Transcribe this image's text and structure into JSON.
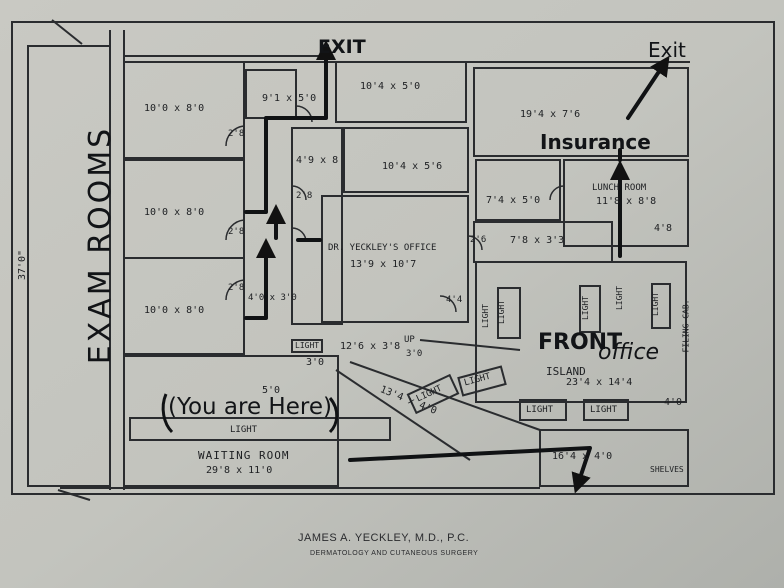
{
  "plan": {
    "exits": [
      "EXIT",
      "Exit"
    ],
    "exam_rooms_label": "EXAM ROOMS",
    "left_dim": "37'0\"",
    "rooms": {
      "exam1": "10'0 x 8'0",
      "exam2": "10'0 x 8'0",
      "exam3": "10'0 x 8'0",
      "corridor_top": "9'1 x 5'0",
      "top_small": "10'4 x 5'0",
      "top_right": "19'4 x 7'6",
      "center_small": "4'9 x 8",
      "center_room": "10'4 x 5'6",
      "right_small": "7'4 x 5'0",
      "lunch_name": "LUNCH ROOM",
      "lunch_dim": "11'8 x 8'8",
      "office_name": "DR. YECKLEY'S OFFICE",
      "office_dim": "13'9 x 10'7",
      "hall_dim": "7'8 x 3'3",
      "hall2": "4'8",
      "side_dim": "4'0 x 3'0",
      "light_dim": "12'6 x 3'8",
      "up": "UP",
      "up_dim": "3'0",
      "diag_dim": "13'4 x 4'0",
      "front_island": "ISLAND",
      "front_dim": "23'4 x 14'4",
      "waiting_name": "WAITING ROOM",
      "waiting_dim": "29'8 x 11'0",
      "hall_5": "5'0",
      "hall_3": "3'0",
      "bottom_dim": "16'4 x 4'0",
      "right_4": "4'0",
      "filing": "FILING CAB.",
      "shelves": "SHELVES",
      "door_labels": [
        "2'8",
        "2'8",
        "2'8",
        "2'8",
        "2'6",
        "4'4"
      ]
    },
    "lights": [
      "LIGHT",
      "LIGHT",
      "LIGHT",
      "LIGHT",
      "LIGHT",
      "LIGHT",
      "LIGHT",
      "LIGHT",
      "LIGHT",
      "LIGHT",
      "LIGHT"
    ],
    "handwritten": {
      "insurance": "Insurance",
      "front_office_1": "FRONT",
      "front_office_2": "office",
      "you_are_here": "(You are Here)"
    },
    "footer": {
      "name": "JAMES A. YECKLEY, M.D., P.C.",
      "specialty": "DERMATOLOGY AND CUTANEOUS SURGERY"
    }
  }
}
